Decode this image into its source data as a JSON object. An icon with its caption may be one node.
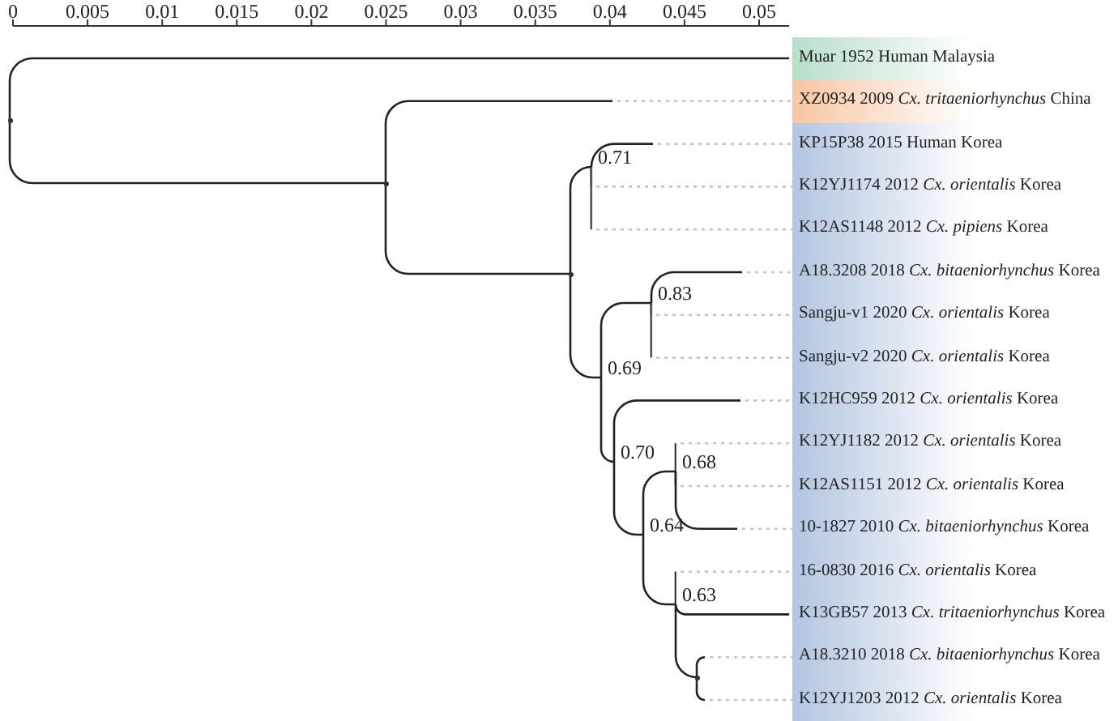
{
  "diagram": {
    "nodes": [
      {
        "text": [
          "Muar 1952 Human Malaysia"
        ]
      },
      {
        "text": [
          "XZ0934 2009 *Cx. tritaeniorhynchus* China"
        ]
      },
      {
        "text": [
          "KP15P38 2015 Human Korea"
        ]
      },
      {
        "text": [
          "K12YJ1174 2012 *Cx. orientalis* Korea"
        ]
      },
      {
        "text": [
          "K12AS1148 2012 *Cx. pipiens* Korea"
        ]
      },
      {
        "text": [
          "A18.3208 2018 *Cx. bitaeniorhynchus* Korea"
        ]
      },
      {
        "text": [
          "Sangju-v1 2020 *Cx. orientalis* Korea"
        ]
      },
      {
        "text": [
          "Sangju-v2 2020 *Cx. orientalis* Korea"
        ]
      },
      {
        "text": [
          "K12HC959 2012 *Cx. orientalis* Korea"
        ]
      },
      {
        "text": [
          "K12YJ1182 2012 *Cx. orientalis* Korea"
        ]
      },
      {
        "text": [
          "K12AS1151 2012 *Cx. orientalis* Korea"
        ]
      },
      {
        "text": [
          "10-1827 2010 *Cx. bitaeniorhynchus* Korea"
        ]
      },
      {
        "text": [
          "16-0830 2016 *Cx. orientalis* Korea"
        ]
      },
      {
        "text": [
          "K13GB57 2013 *Cx. tritaeniorhynchus* Korea"
        ]
      },
      {
        "text": [
          "A18.3210 2018 *Cx. bitaeniorhynchus* Korea"
        ]
      },
      {
        "text": [
          "K12YJ1203 2012 *Cx. orientalis* Korea"
        ]
      },
      {
        "text": [],
        "shape": "point"
      },
      {
        "text": [],
        "shape": "point"
      },
      {
        "text": [],
        "shape": "point"
      },
      {
        "text": [
          "0.71"
        ]
      },
      {
        "text": [
          "0.69"
        ]
      },
      {
        "text": [
          "0.83"
        ]
      },
      {
        "text": [
          "0.70"
        ]
      },
      {
        "text": [
          "0.64"
        ]
      },
      {
        "text": [
          "0.68"
        ]
      },
      {
        "text": [
          "0.63"
        ]
      },
      {
        "text": [],
        "shape": "point"
      }
    ],
    "edges": [
      {
        "from": 16,
        "to": 0,
        "arrow": "none"
      },
      {
        "from": 16,
        "to": 17,
        "arrow": "none"
      },
      {
        "from": 17,
        "to": 1,
        "arrow": "none"
      },
      {
        "from": 17,
        "to": 18,
        "arrow": "none"
      },
      {
        "from": 18,
        "to": 19,
        "arrow": "none"
      },
      {
        "from": 18,
        "to": 20,
        "arrow": "none"
      },
      {
        "from": 19,
        "to": 2,
        "arrow": "none"
      },
      {
        "from": 19,
        "to": 3,
        "arrow": "none"
      },
      {
        "from": 19,
        "to": 4,
        "arrow": "none"
      },
      {
        "from": 20,
        "to": 21,
        "arrow": "none"
      },
      {
        "from": 20,
        "to": 22,
        "arrow": "none"
      },
      {
        "from": 21,
        "to": 5,
        "arrow": "none"
      },
      {
        "from": 21,
        "to": 6,
        "arrow": "none"
      },
      {
        "from": 21,
        "to": 7,
        "arrow": "none"
      },
      {
        "from": 22,
        "to": 8,
        "arrow": "none"
      },
      {
        "from": 22,
        "to": 23,
        "arrow": "none"
      },
      {
        "from": 23,
        "to": 24,
        "arrow": "none"
      },
      {
        "from": 23,
        "to": 25,
        "arrow": "none"
      },
      {
        "from": 24,
        "to": 9,
        "arrow": "none"
      },
      {
        "from": 24,
        "to": 10,
        "arrow": "none"
      },
      {
        "from": 24,
        "to": 11,
        "arrow": "none"
      },
      {
        "from": 25,
        "to": 12,
        "arrow": "none"
      },
      {
        "from": 25,
        "to": 13,
        "arrow": "none"
      },
      {
        "from": 25,
        "to": 26,
        "arrow": "none"
      },
      {
        "from": 26,
        "to": 14,
        "arrow": "none"
      },
      {
        "from": 26,
        "to": 15,
        "arrow": "none"
      }
    ],
    "labels": [
      "0",
      "0.005",
      "0.01",
      "0.015",
      "0.02",
      "0.025",
      "0.03",
      "0.035",
      "0.04",
      "0.045",
      "0.05"
    ]
  }
}
